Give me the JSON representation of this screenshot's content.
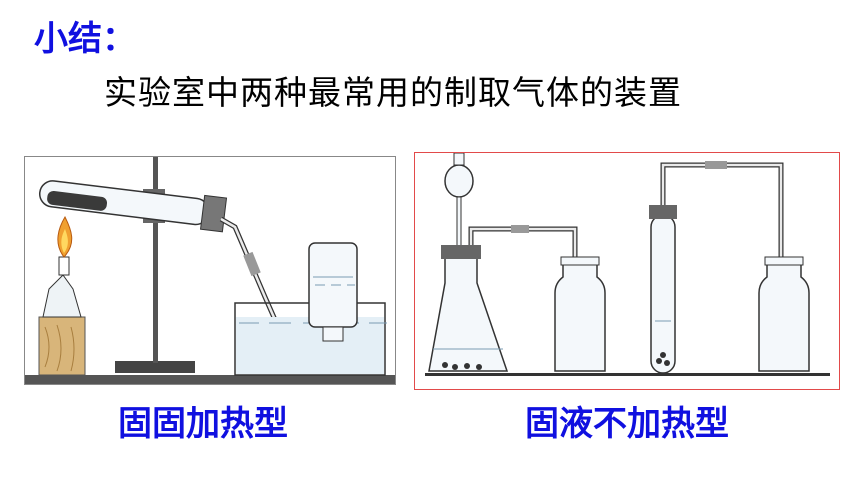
{
  "heading": "小结：",
  "subtitle": "实验室中两种最常用的制取气体的装置",
  "apparatus": [
    {
      "caption": "固固加热型"
    },
    {
      "caption": "固液不加热型"
    }
  ],
  "colors": {
    "accent": "#1010e0",
    "frame": "#e24a4a"
  }
}
